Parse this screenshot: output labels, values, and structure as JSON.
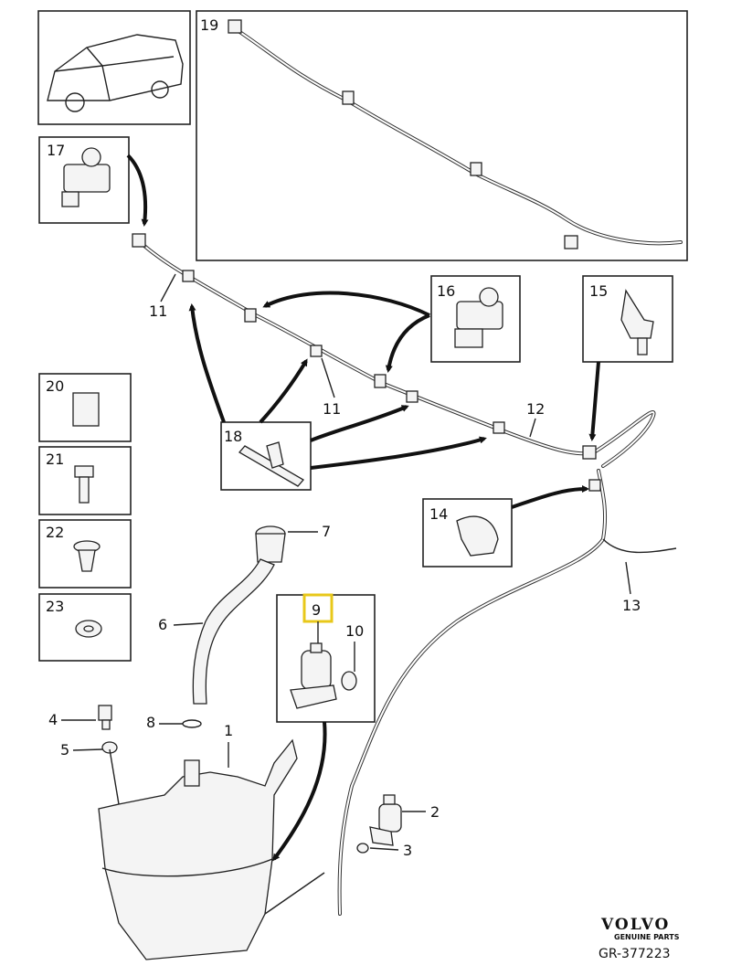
{
  "diagram": {
    "labels": {
      "p1": "1",
      "p2": "2",
      "p3": "3",
      "p4": "4",
      "p5": "5",
      "p6": "6",
      "p7": "7",
      "p8": "8",
      "p9": "9",
      "p10": "10",
      "p11a": "11",
      "p11b": "11",
      "p12": "12",
      "p13": "13",
      "p14": "14",
      "p15": "15",
      "p16": "16",
      "p17": "17",
      "p18": "18",
      "p19": "19",
      "p20": "20",
      "p21": "21",
      "p22": "22",
      "p23": "23"
    },
    "highlighted_part": "9",
    "highlight_color": "#e8c81a"
  },
  "footer": {
    "brand": "VOLVO",
    "brand_sub": "GENUINE PARTS",
    "reference": "GR-377223"
  }
}
